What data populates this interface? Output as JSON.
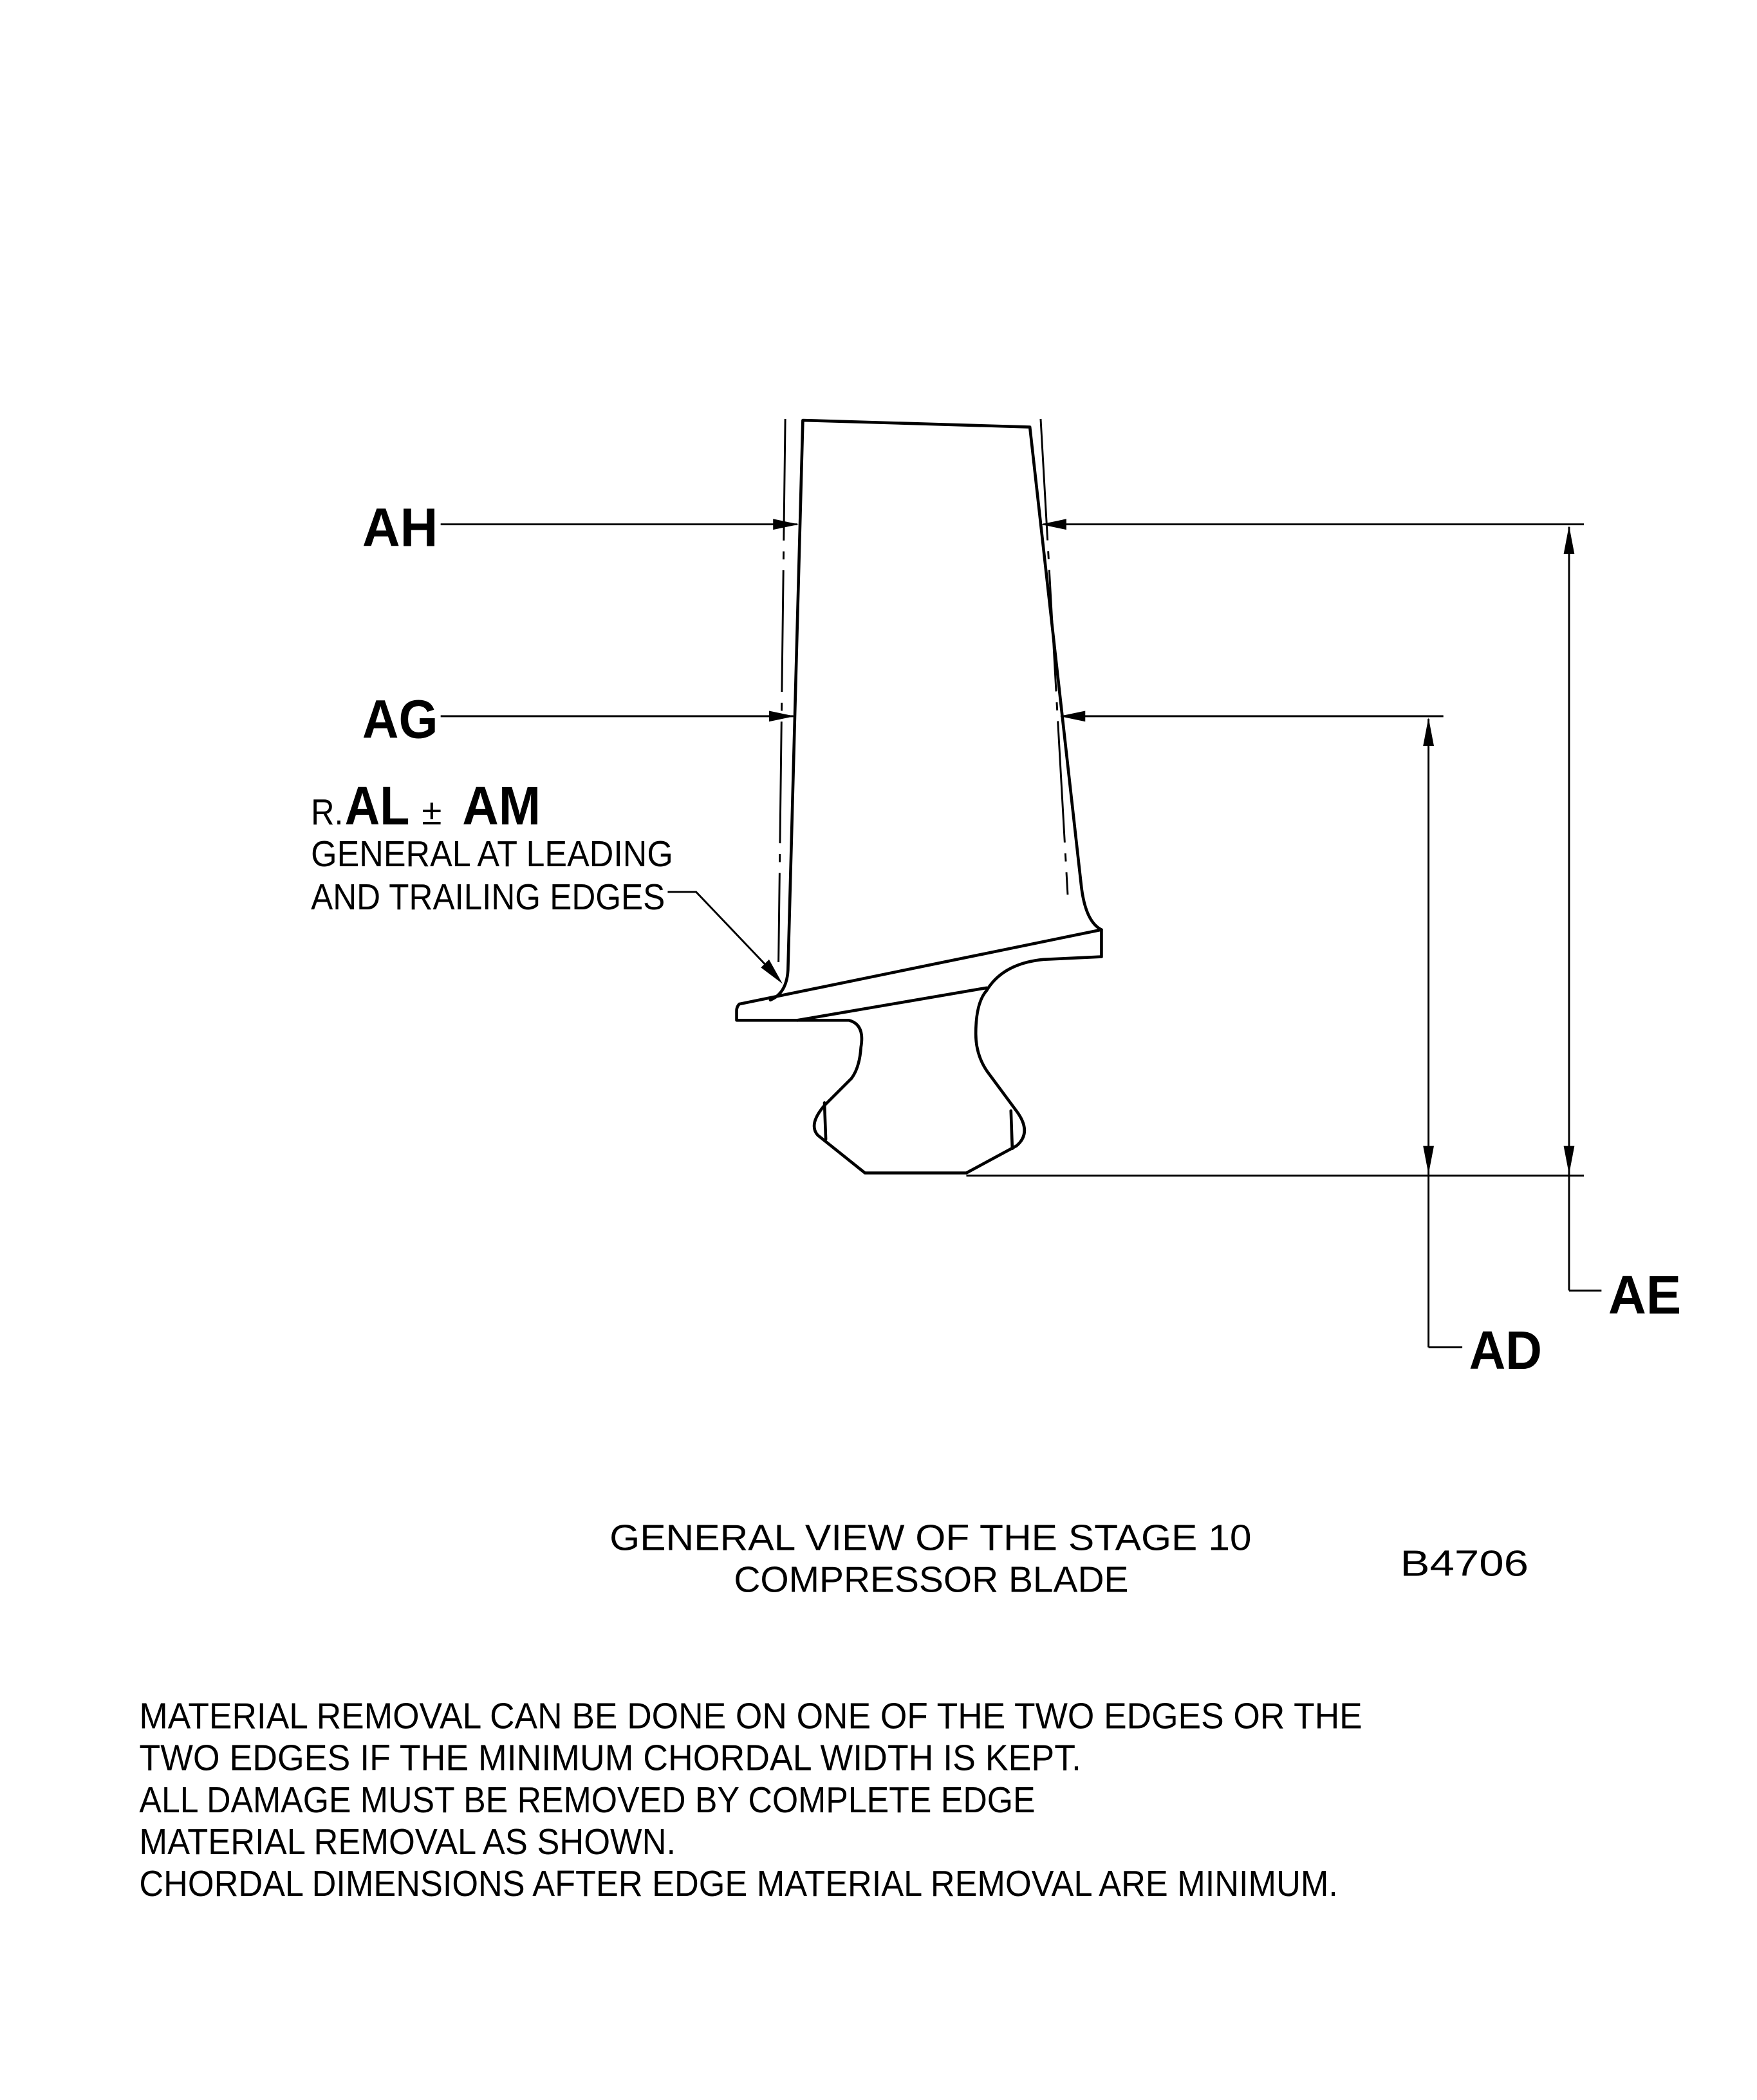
{
  "drawing": {
    "labels": {
      "ah": "AH",
      "ag": "AG",
      "ad": "AD",
      "ae": "AE",
      "radius_prefix": "R.",
      "radius_value": "AL",
      "plus_minus": "±",
      "radius_tolerance": "AM",
      "radius_note_line1": "GENERAL AT LEADING",
      "radius_note_line2": "AND TRAILING EDGES"
    },
    "caption_line1": "GENERAL VIEW OF THE STAGE 10",
    "caption_line2": "COMPRESSOR BLADE",
    "figure_id": "B4706"
  },
  "notes": [
    "MATERIAL REMOVAL CAN BE DONE ON ONE OF THE TWO EDGES OR THE",
    "TWO EDGES IF THE MINIMUM CHORDAL WIDTH IS KEPT.",
    "ALL DAMAGE MUST BE REMOVED BY COMPLETE EDGE",
    "MATERIAL REMOVAL AS SHOWN.",
    "CHORDAL DIMENSIONS AFTER EDGE MATERIAL REMOVAL ARE MINIMUM."
  ]
}
